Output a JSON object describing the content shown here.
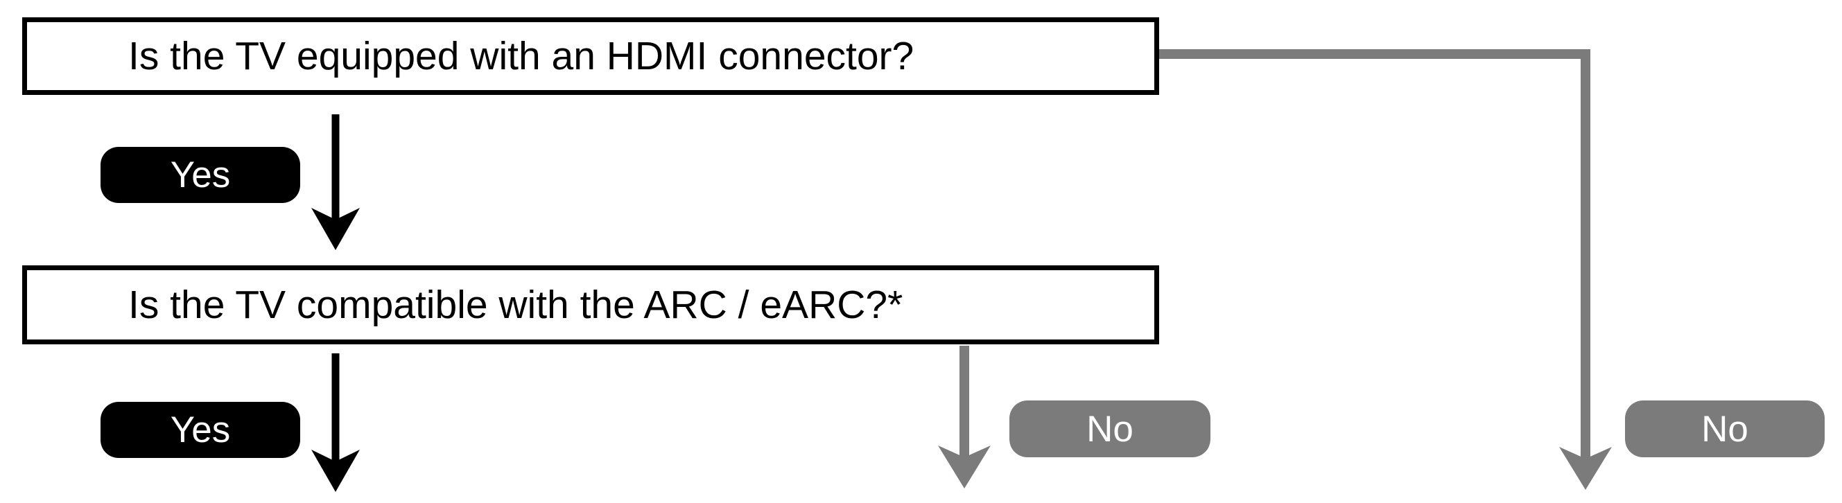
{
  "diagram": {
    "type": "flowchart",
    "questions": [
      {
        "id": "hdmi",
        "text": "Is the TV equipped with an HDMI connector?"
      },
      {
        "id": "arc",
        "text": "Is the TV compatible with the ARC / eARC?*"
      }
    ],
    "branch_labels": {
      "q1_yes": "Yes",
      "q1_no": "No",
      "q2_yes": "Yes",
      "q2_no": "No"
    },
    "edges": [
      {
        "from": "hdmi",
        "label": "Yes",
        "to": "arc"
      },
      {
        "from": "hdmi",
        "label": "No",
        "to": "offscreen-bottom-right"
      },
      {
        "from": "arc",
        "label": "Yes",
        "to": "offscreen-bottom"
      },
      {
        "from": "arc",
        "label": "No",
        "to": "offscreen-bottom"
      }
    ],
    "colors": {
      "question_border": "#000000",
      "question_bg": "#ffffff",
      "question_text": "#000000",
      "yes_pill_bg": "#000000",
      "no_pill_bg": "#7b7b7b",
      "pill_text": "#ffffff",
      "yes_arrow": "#000000",
      "no_arrow": "#7b7b7b",
      "page_bg": "#ffffff"
    }
  }
}
